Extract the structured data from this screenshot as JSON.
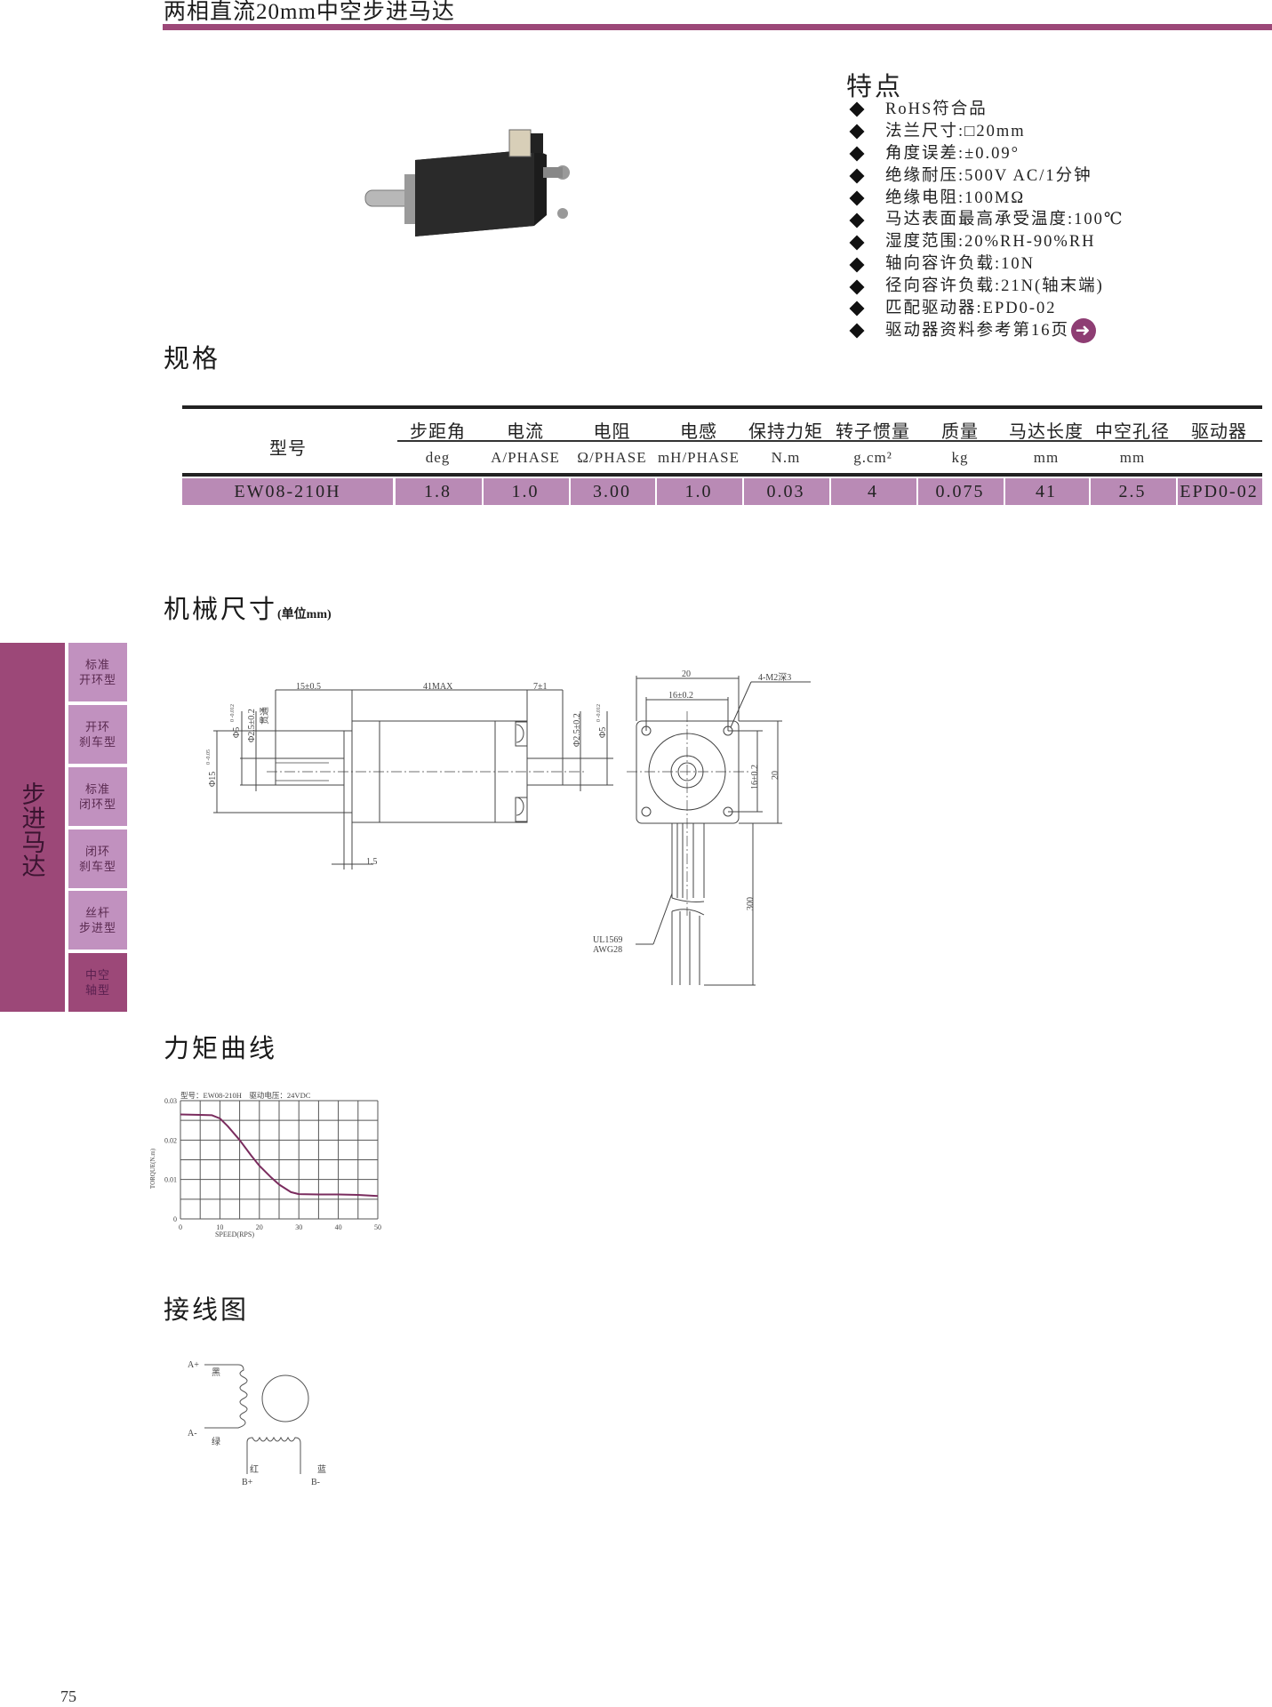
{
  "header": {
    "title": "两相直流20mm中空步进马达"
  },
  "features": {
    "title": "特点",
    "items": [
      "RoHS符合品",
      "法兰尺寸:□20mm",
      "角度误差:±0.09°",
      "绝缘耐压:500V AC/1分钟",
      "绝缘电阻:100MΩ",
      "马达表面最高承受温度:100℃",
      "湿度范围:20%RH-90%RH",
      "轴向容许负载:10N",
      "径向容许负载:21N(轴末端)",
      "匹配驱动器:EPD0-02",
      "驱动器资料参考第16页"
    ],
    "link_icon": "arrow-right-circle-icon"
  },
  "spec": {
    "title": "规格",
    "model_header": "型号",
    "columns": [
      {
        "name": "步距角",
        "unit": "deg"
      },
      {
        "name": "电流",
        "unit": "A/PHASE"
      },
      {
        "name": "电阻",
        "unit": "Ω/PHASE"
      },
      {
        "name": "电感",
        "unit": "mH/PHASE"
      },
      {
        "name": "保持力矩",
        "unit": "N.m"
      },
      {
        "name": "转子惯量",
        "unit": "g.cm²"
      },
      {
        "name": "质量",
        "unit": "kg"
      },
      {
        "name": "马达长度",
        "unit": "mm"
      },
      {
        "name": "中空孔径",
        "unit": "mm"
      },
      {
        "name": "驱动器",
        "unit": ""
      }
    ],
    "row": {
      "model": "EW08-210H",
      "values": [
        "1.8",
        "1.0",
        "3.00",
        "1.0",
        "0.03",
        "4",
        "0.075",
        "41",
        "2.5",
        "EPD0-02"
      ]
    },
    "row_color": "#b98ab5"
  },
  "mechanical": {
    "title": "机械尺寸",
    "unit_note": "(单位mm)",
    "labels": {
      "len_shaft": "15±0.5",
      "len_body": "41MAX",
      "len_rear": "7±1",
      "flange_t": "1.5",
      "d_pilot": "Φ15",
      "d_pilot_tol": "0 -0.05",
      "d_shaft": "Φ5",
      "d_shaft_tol": "0 -0.012",
      "d_bore": "Φ2.5±0.2",
      "through": "贯通",
      "d_bore_r": "Φ2.5±0.2",
      "d_shaft_r": "Φ5",
      "d_shaft_r_tol": "0 -0.012",
      "width": "20",
      "hole_pitch": "16±0.2",
      "holes": "4-M2深3",
      "hole_pitch_v": "16±0.2",
      "height": "20",
      "lead_len": "300",
      "wire1": "UL1569",
      "wire2": "AWG28"
    }
  },
  "sidebar": {
    "category": "步进马达",
    "tabs": [
      "标准\n开环型",
      "开环\n刹车型",
      "标准\n闭环型",
      "闭环\n刹车型",
      "丝杆\n步进型",
      "中空\n轴型"
    ],
    "active_index": 5,
    "color": "#9c4878"
  },
  "torque": {
    "title": "力矩曲线"
  },
  "chart_data": {
    "type": "line",
    "title": "型号：EW08-210H　驱动电压：24VDC",
    "xlabel": "SPEED(RPS)",
    "ylabel": "TORQUE(N.m)",
    "xlim": [
      0,
      50
    ],
    "ylim": [
      0,
      0.03
    ],
    "xticks": [
      "0",
      "10",
      "20",
      "30",
      "40",
      "50"
    ],
    "yticks": [
      "0",
      "0.01",
      "0.02",
      "0.03"
    ],
    "grid": true,
    "series": [
      {
        "name": "EW08-210H",
        "color": "#7a2c5e",
        "x": [
          0,
          5,
          8,
          10,
          12,
          15,
          18,
          20,
          23,
          25,
          28,
          30,
          35,
          40,
          45,
          50
        ],
        "y": [
          0.0265,
          0.0264,
          0.0263,
          0.0255,
          0.0235,
          0.02,
          0.016,
          0.0135,
          0.0105,
          0.0087,
          0.0068,
          0.0063,
          0.0062,
          0.0062,
          0.0061,
          0.0058
        ]
      }
    ]
  },
  "wiring": {
    "title": "接线图",
    "a_plus": "A+",
    "a_minus": "A-",
    "b_plus": "B+",
    "b_minus": "B-",
    "black": "黑",
    "green": "绿",
    "red": "红",
    "blue": "蓝"
  },
  "page_number": "75"
}
